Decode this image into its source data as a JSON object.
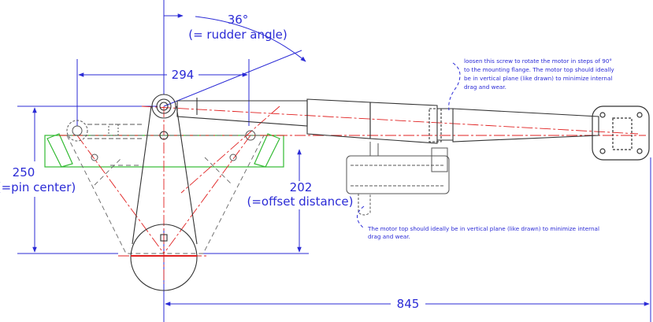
{
  "dimensions": {
    "rudder_angle": "36°",
    "rudder_angle_note": "(= rudder angle)",
    "tiller_length": "294",
    "pin_center_value": "250",
    "pin_center_note": "(=pin center)",
    "offset_value": "202",
    "offset_note": "(=offset distance)",
    "overall_length": "845"
  },
  "notes": {
    "screw_note": [
      "loosen this screw to rotate the motor in steps of 90°",
      "to the mounting flange. The motor top should ideally",
      "be in vertical plane (like drawn) to minimize internal",
      "drag and wear."
    ],
    "motor_note": [
      "The motor top should ideally be in vertical plane (like drawn) to minimize internal",
      "drag and wear."
    ]
  },
  "colors": {
    "dimension": "#2b2bd6",
    "outline": "#333333",
    "centerline": "#e02020",
    "bracket": "#33bb33",
    "hidden": "#555555"
  }
}
